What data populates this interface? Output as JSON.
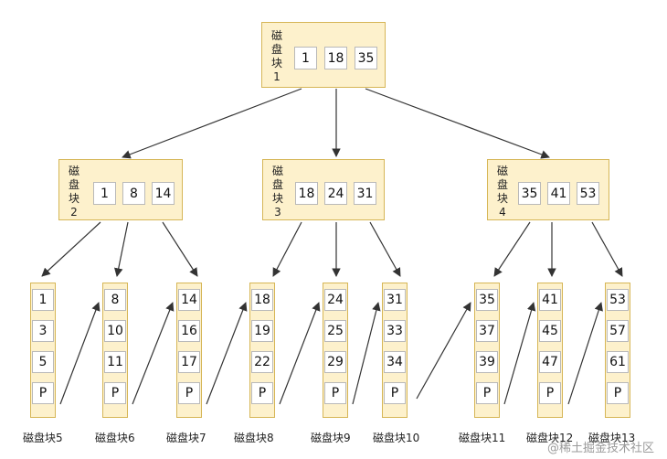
{
  "root": {
    "label": "磁盘块1",
    "label_chars": [
      "磁",
      "盘",
      "块",
      "1"
    ],
    "keys": [
      "1",
      "18",
      "35"
    ]
  },
  "internal": [
    {
      "label": "磁盘块2",
      "label_chars": [
        "磁",
        "盘",
        "块",
        "2"
      ],
      "keys": [
        "1",
        "8",
        "14"
      ]
    },
    {
      "label": "磁盘块3",
      "label_chars": [
        "磁",
        "盘",
        "块",
        "3"
      ],
      "keys": [
        "18",
        "24",
        "31"
      ]
    },
    {
      "label": "磁盘块4",
      "label_chars": [
        "磁",
        "盘",
        "块",
        "4"
      ],
      "keys": [
        "35",
        "41",
        "53"
      ]
    }
  ],
  "leaves": [
    {
      "label": "磁盘块5",
      "keys": [
        "1",
        "3",
        "5",
        "P"
      ]
    },
    {
      "label": "磁盘块6",
      "keys": [
        "8",
        "10",
        "11",
        "P"
      ]
    },
    {
      "label": "磁盘块7",
      "keys": [
        "14",
        "16",
        "17",
        "P"
      ]
    },
    {
      "label": "磁盘块8",
      "keys": [
        "18",
        "19",
        "22",
        "P"
      ]
    },
    {
      "label": "磁盘块9",
      "keys": [
        "24",
        "25",
        "29",
        "P"
      ]
    },
    {
      "label": "磁盘块10",
      "keys": [
        "31",
        "33",
        "34",
        "P"
      ]
    },
    {
      "label": "磁盘块11",
      "keys": [
        "35",
        "37",
        "39",
        "P"
      ]
    },
    {
      "label": "磁盘块12",
      "keys": [
        "41",
        "45",
        "47",
        "P"
      ]
    },
    {
      "label": "磁盘块13",
      "keys": [
        "53",
        "57",
        "61",
        "P"
      ]
    }
  ],
  "watermark": "@稀土掘金技术社区",
  "colors": {
    "node_fill": "#fdf1cc",
    "node_border": "#d6b656",
    "arrow": "#333333"
  }
}
